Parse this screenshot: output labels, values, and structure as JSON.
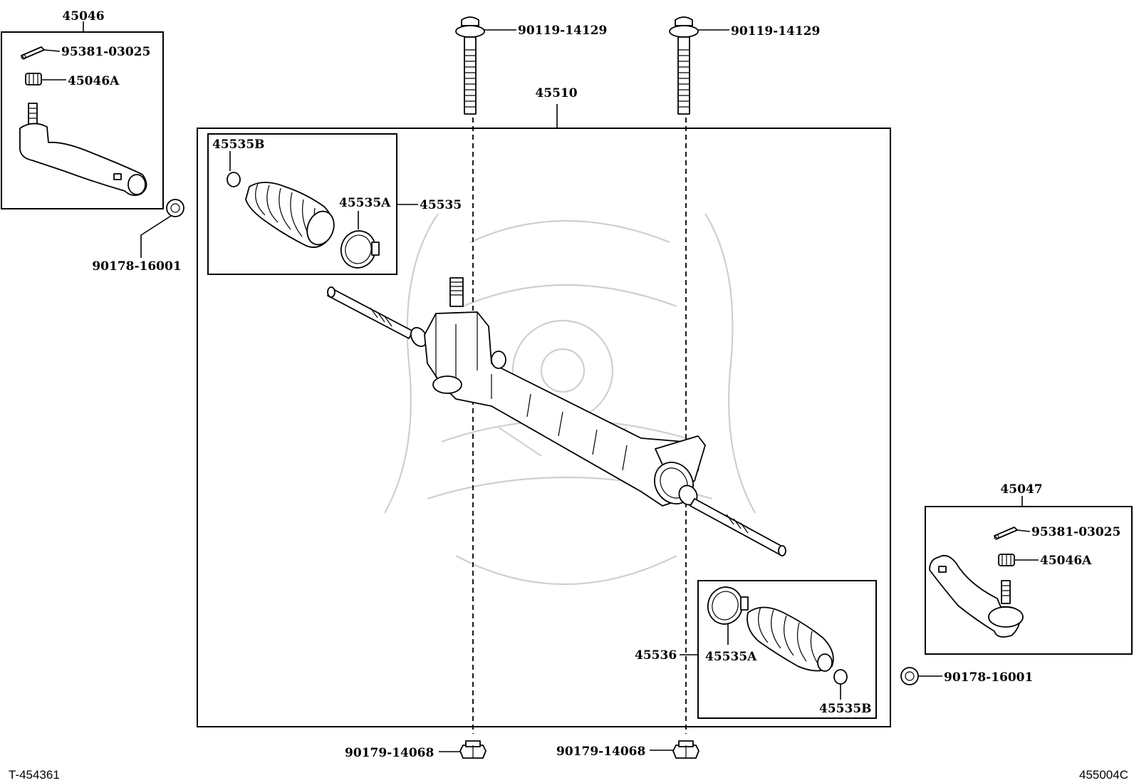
{
  "labels": {
    "tie_rod_end_lh": "45046",
    "tie_rod_end_rh": "45047",
    "rack_assembly": "45510",
    "boot_kit_lh": "45535",
    "boot_kit_rh": "45536",
    "boot_clip_large_lh": "45535A",
    "boot_clip_large_rh": "45535A",
    "boot_clip_small_lh": "45535B",
    "boot_clip_small_rh": "45535B",
    "cotter_pin_lh": "95381-03025",
    "cotter_pin_rh": "95381-03025",
    "castle_nut_lh": "45046A",
    "castle_nut_rh": "45046A",
    "nut_lh": "90178-16001",
    "nut_rh": "90178-16001",
    "bolt_left": "90119-14129",
    "bolt_right": "90119-14129",
    "bolt_nut_left": "90179-14068",
    "bolt_nut_right": "90179-14068"
  },
  "footer": {
    "left_code": "T-454361",
    "right_code": "455004C"
  }
}
